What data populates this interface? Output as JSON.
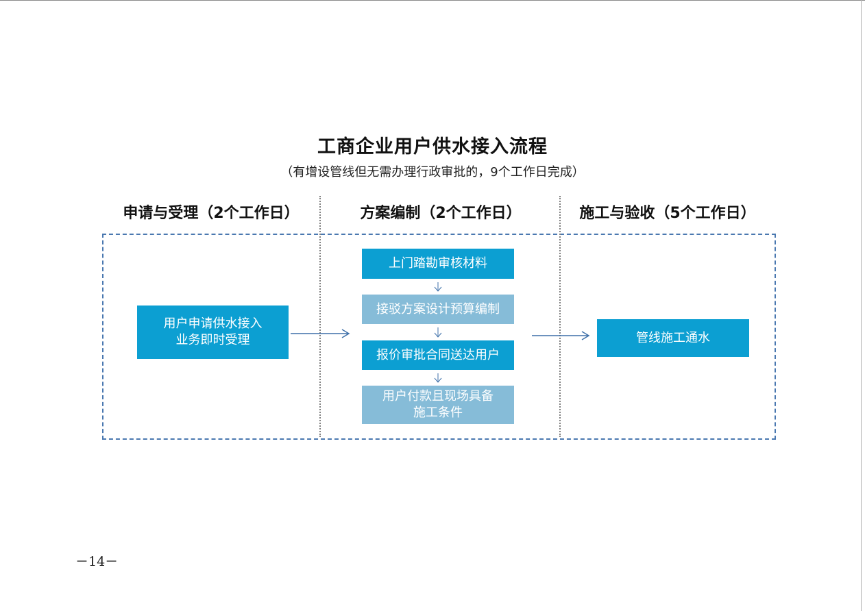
{
  "title": "工商企业用户供水接入流程",
  "subtitle": "（有增设管线但无需办理行政审批的，9个工作日完成）",
  "phases": [
    {
      "label": "申请与受理（2个工作日）"
    },
    {
      "label": "方案编制（2个工作日）"
    },
    {
      "label": "施工与验收（5个工作日）"
    }
  ],
  "nodes": {
    "apply": {
      "line1": "用户申请供水接入",
      "line2": "业务即时受理"
    },
    "survey": {
      "label": "上门踏勘审核材料"
    },
    "design": {
      "label": "接驳方案设计预算编制"
    },
    "quote": {
      "label": "报价审批合同送达用户"
    },
    "pay": {
      "line1": "用户付款且现场具备",
      "line2": "施工条件"
    },
    "build": {
      "label": "管线施工通水"
    }
  },
  "colors": {
    "node_primary": "#0c9fd2",
    "node_secondary": "#86bcd8",
    "frame_dash": "#4a78b0",
    "arrow": "#3d6fa8"
  },
  "footer": {
    "page_number": "－14－"
  }
}
